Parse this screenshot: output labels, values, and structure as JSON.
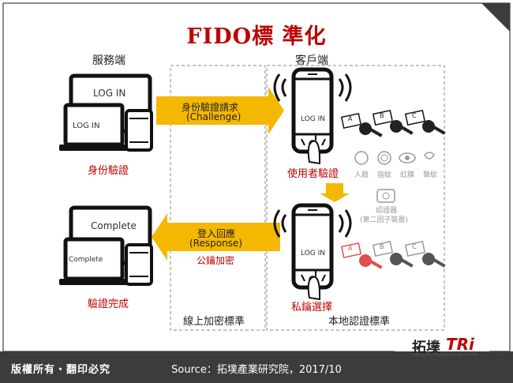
{
  "title": "FIDO標 準化",
  "server": {
    "heading": "服務端",
    "login_monitor": "LOG IN",
    "login_laptop": "LOG IN",
    "login_caption": "身份驗證",
    "complete_monitor": "Complete",
    "complete_laptop": "Complete",
    "complete_caption": "驗證完成"
  },
  "client": {
    "heading": "客戶端",
    "phone_login_1": "LOG IN",
    "phone_login_2": "LOG IN",
    "user_caption": "使用者驗證",
    "key_caption": "私鑰選擇"
  },
  "arrows": {
    "challenge_line1": "身份驗證請求",
    "challenge_line2": "(Challenge)",
    "response_line1": "登入回應",
    "response_line2": "(Response)",
    "encrypt": "公鑰加密"
  },
  "biometrics": {
    "face": "人臉",
    "finger": "指紋",
    "iris": "虹膜",
    "voice": "聲紋",
    "auth_line1": "認證器",
    "auth_line2": "(第二因子裝置)"
  },
  "keys": {
    "a": "A",
    "b": "B",
    "c": "C"
  },
  "zones": {
    "online": "線上加密標準",
    "local": "本地認證標準"
  },
  "footer": {
    "rights": "版權所有・翻印必究",
    "source": "Source：拓墣產業研究院，2017/10",
    "logo_cn": "拓墣",
    "logo_en": "TRi",
    "logo_sub": "TOPOLOGY RESEARCH INSTITUTE"
  },
  "colors": {
    "accent_red": "#c00000",
    "arrow_yellow": "#f5b800",
    "footer_bg": "#3c3c3c",
    "key_red": "#e05050"
  }
}
